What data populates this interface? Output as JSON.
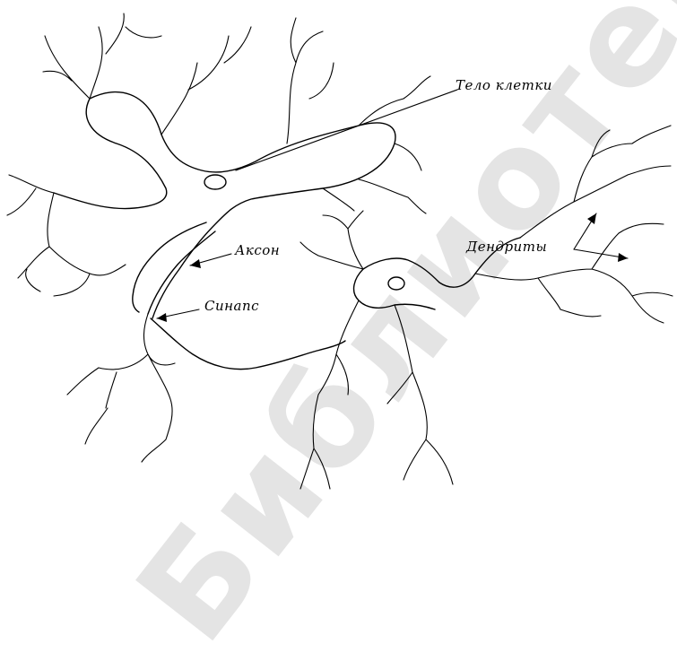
{
  "diagram": {
    "labels": {
      "cell_body": "Тело клетки",
      "axon": "Аксон",
      "synapse": "Синапс",
      "dendrites": "Дендриты"
    }
  },
  "watermark": {
    "text": "Библиотека БГУИР",
    "color": "#e4e4e4"
  },
  "colors": {
    "line": "#000000",
    "background": "#ffffff"
  }
}
